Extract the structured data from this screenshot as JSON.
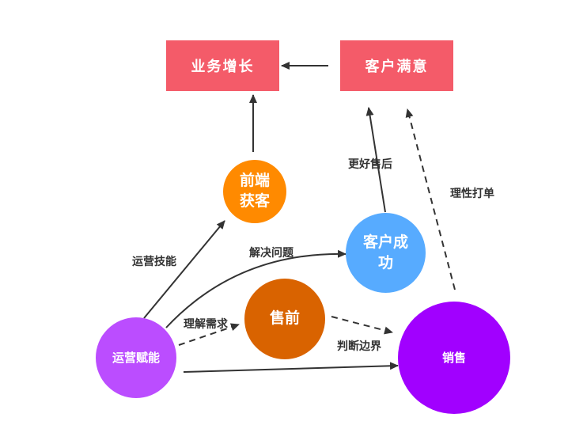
{
  "nodes": {
    "business_growth": {
      "label": "业务增长",
      "color": "#f45b69"
    },
    "customer_satisfaction": {
      "label": "客户满意",
      "color": "#f45b69"
    },
    "frontend_acquisition": {
      "label": "前端\n获客",
      "color": "#ff8a00"
    },
    "customer_success": {
      "label": "客户成\n功",
      "color": "#57abff"
    },
    "presales": {
      "label": "售前",
      "color": "#d96300"
    },
    "operations_enablement": {
      "label": "运营赋能",
      "color": "#bb4dff"
    },
    "sales": {
      "label": "销售",
      "color": "#a100ff"
    }
  },
  "edges": {
    "operations_skills": "运营技能",
    "solve_problems": "解决问题",
    "understand_needs": "理解需求",
    "judge_boundaries": "判断边界",
    "better_aftersales": "更好售后",
    "rational_orders": "理性打单"
  }
}
